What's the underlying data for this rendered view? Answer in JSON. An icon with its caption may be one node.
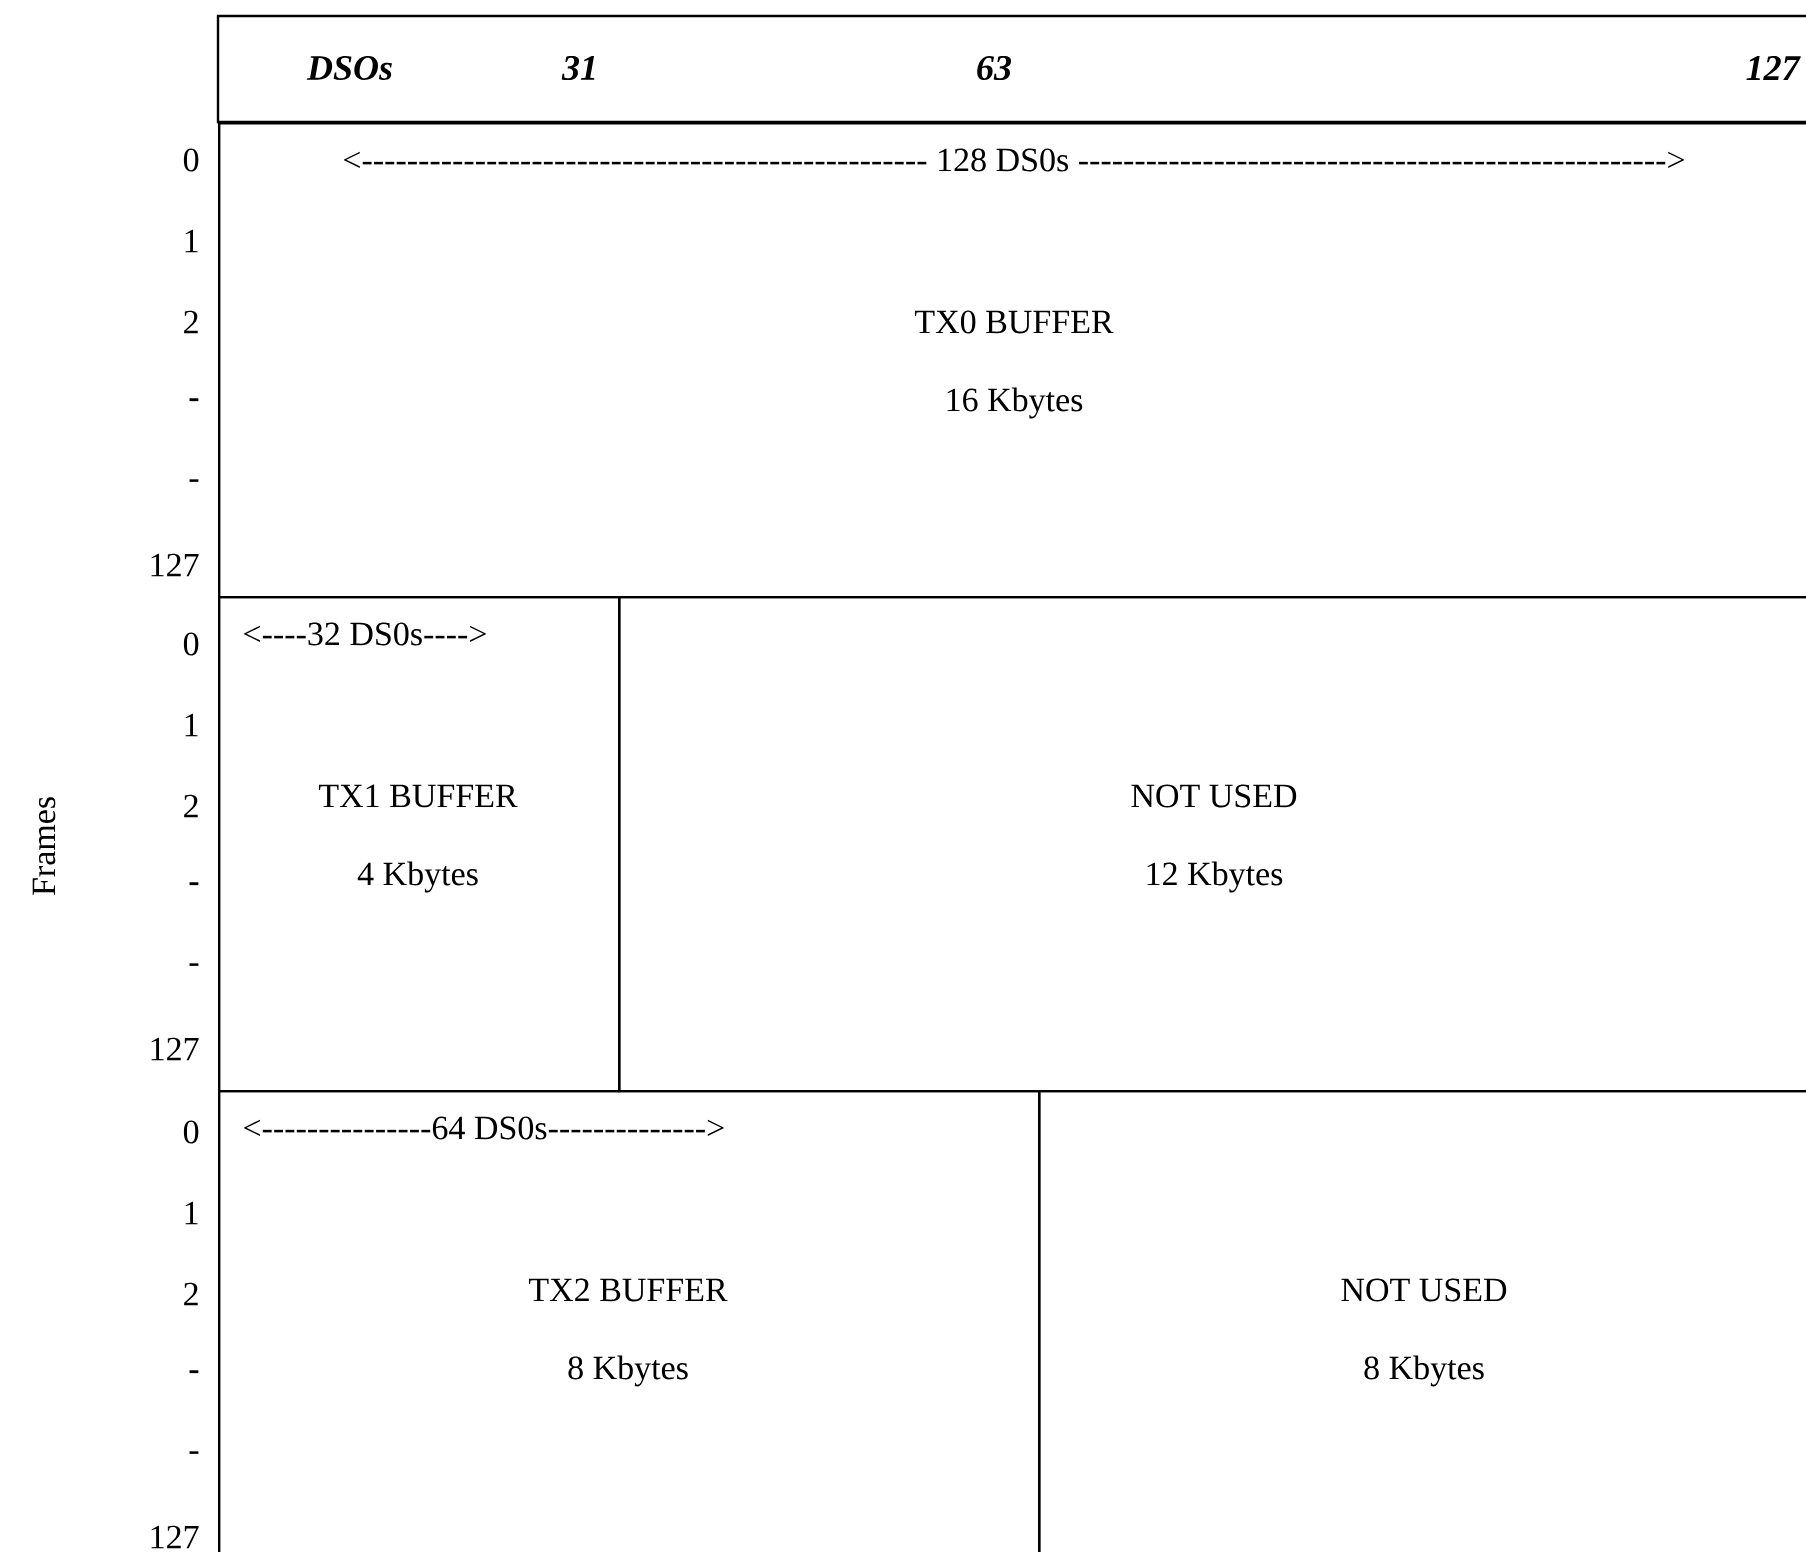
{
  "diagram": {
    "nodes": [
      {
        "text": [
          "<-------------------------------------------------- 128 DS0s ---------------------------------------------------->",
          "TX0 BUFFER",
          "16 Kbytes"
        ]
      },
      {
        "text": [
          "<----32 DS0s---->",
          "TX1 BUFFER",
          "4 Kbytes"
        ]
      },
      {
        "text": [
          "NOT USED",
          "12 Kbytes"
        ]
      },
      {
        "text": [
          "<---------------64 DS0s-------------->",
          "TX2 BUFFER",
          "8 Kbytes"
        ]
      },
      {
        "text": [
          "NOT USED",
          "8 Kbytes"
        ]
      }
    ],
    "labels": [
      "DSOs",
      "31",
      "63",
      "127",
      "0",
      "1",
      "2",
      "-",
      "-",
      "127",
      "0",
      "1",
      "2",
      "-",
      "-",
      "127",
      "0",
      "1",
      "2",
      "-",
      "-",
      "127",
      "Frames"
    ]
  }
}
